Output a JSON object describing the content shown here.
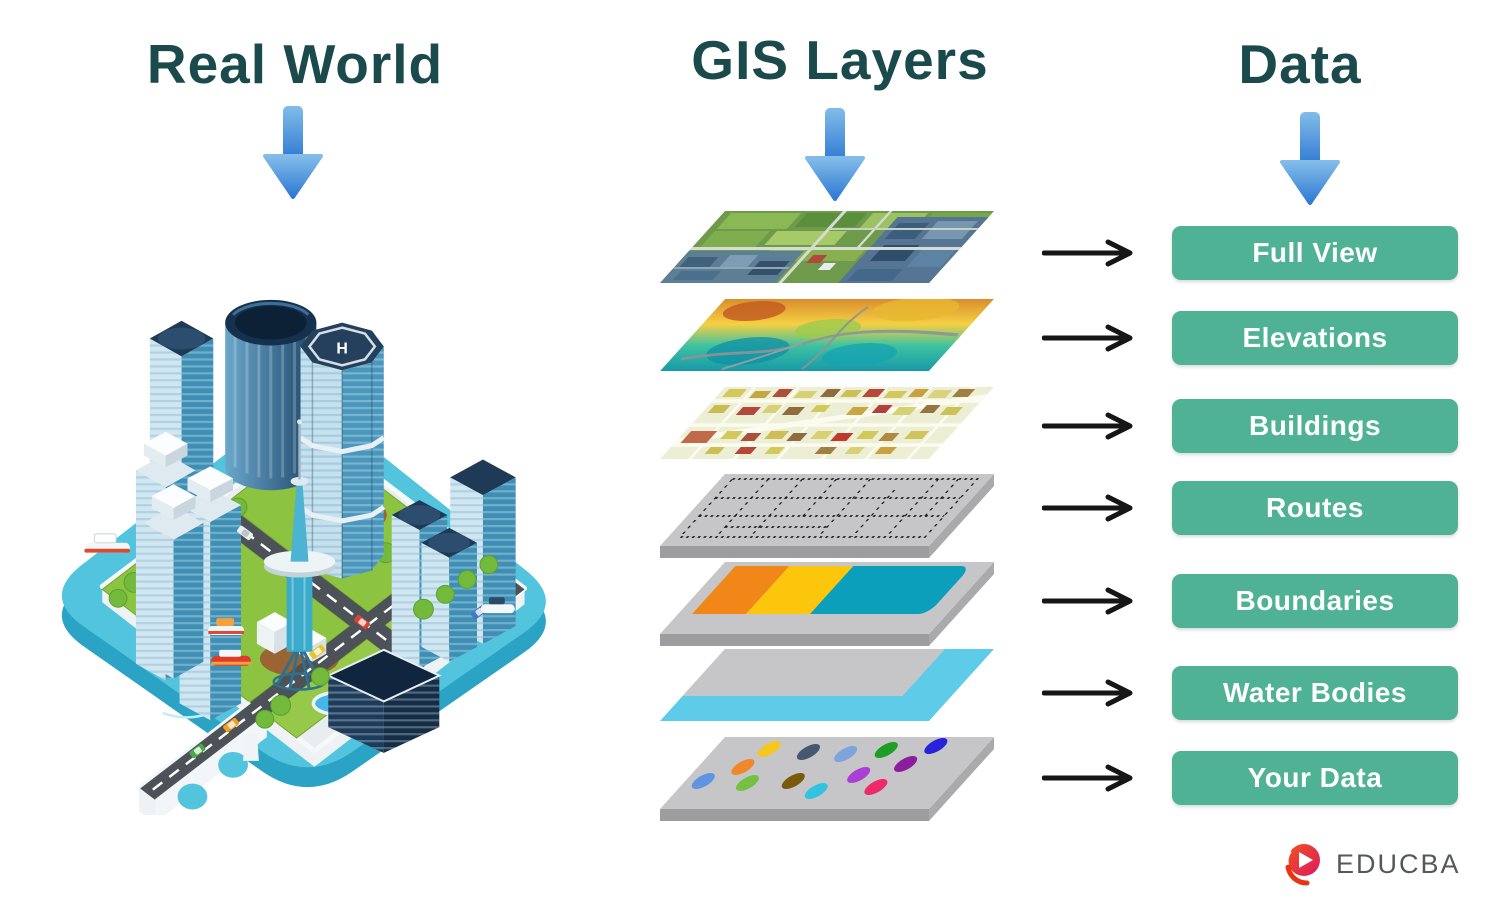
{
  "headings": {
    "real_world": "Real World",
    "gis_layers": "GIS Layers",
    "data": "Data"
  },
  "rows": [
    {
      "id": "full-view",
      "layer_graphic": "satellite-imagery-map",
      "label": "Full View"
    },
    {
      "id": "elevations",
      "layer_graphic": "terrain-elevation-map",
      "label": "Elevations"
    },
    {
      "id": "buildings",
      "layer_graphic": "buildings-street-map",
      "label": "Buildings"
    },
    {
      "id": "routes",
      "layer_graphic": "routes-dotted-grid",
      "label": "Routes"
    },
    {
      "id": "boundaries",
      "layer_graphic": "boundary-zones",
      "label": "Boundaries"
    },
    {
      "id": "water-bodies",
      "layer_graphic": "water-band",
      "label": "Water Bodies"
    },
    {
      "id": "your-data",
      "layer_graphic": "scattered-data-points",
      "label": "Your Data"
    }
  ],
  "city": {
    "helipad_letter": "H"
  },
  "colors": {
    "heading_text": "#1b4a4d",
    "button_bg": "#4fb295",
    "button_text": "#ffffff",
    "blue_arrow_top": "#82bce9",
    "blue_arrow_bottom": "#2f79d3",
    "black_arrow": "#161616",
    "slab_gray": "#c6c6c8",
    "water_band": "#5ecbe8",
    "city_water": "#52c4de",
    "boundary_zones": [
      "#f08718",
      "#fcc60d",
      "#0c9fbc"
    ],
    "data_point_dots": [
      "#f5c720",
      "#46586e",
      "#7da4dc",
      "#1f9e27",
      "#2823d8",
      "#f0882b",
      "#8c1d9e",
      "#5f95e0",
      "#76c043",
      "#7a5a0d",
      "#32c3e0",
      "#aa3fd4",
      "#ef2a6b"
    ]
  },
  "logo": {
    "brand": "EDUCBA"
  }
}
